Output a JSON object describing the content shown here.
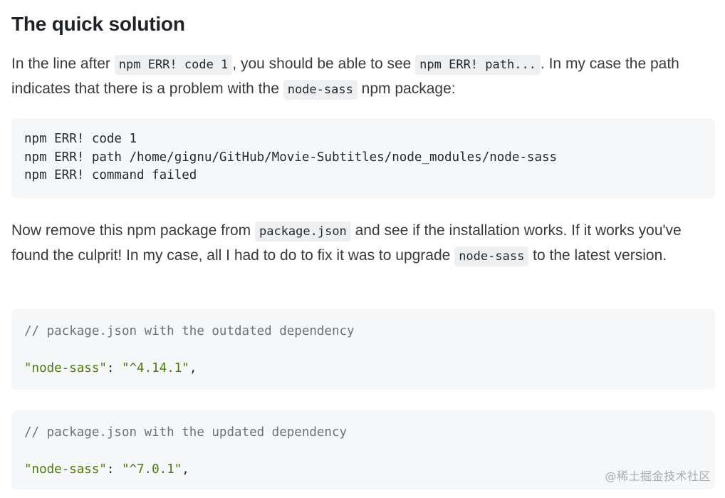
{
  "heading": "The quick solution",
  "paragraph1": {
    "t1": "In the line after ",
    "c1": "npm ERR! code 1",
    "t2": ", you should be able to see ",
    "c2": "npm ERR! path...",
    "t3": ". In my case the path indicates that there is a problem with the ",
    "c3": "node-sass",
    "t4": " npm package:"
  },
  "code_block_1": {
    "lines": [
      "npm ERR! code 1",
      "npm ERR! path /home/gignu/GitHub/Movie-Subtitles/node_modules/node-sass",
      "npm ERR! command failed"
    ]
  },
  "paragraph2": {
    "t1": "Now remove this npm package from ",
    "c1": "package.json",
    "t2": " and see if the installation works. If it works you've found the culprit! In my case, all I had to do to fix it was to upgrade ",
    "c2": "node-sass",
    "t3": " to the latest version."
  },
  "code_block_2": {
    "comment": "// package.json with the outdated dependency",
    "key": "\"node-sass\"",
    "colon": ": ",
    "value": "\"^4.14.1\"",
    "comma": ","
  },
  "code_block_3": {
    "comment": "// package.json with the updated dependency",
    "key": "\"node-sass\"",
    "colon": ": ",
    "value": "\"^7.0.1\"",
    "comma": ","
  },
  "watermark": "@稀土掘金技术社区",
  "colors": {
    "string": "#4a7a0a",
    "comment": "#6e7074",
    "code_bg": "#f6f7f8",
    "inline_code_bg": "#eeeff1"
  }
}
